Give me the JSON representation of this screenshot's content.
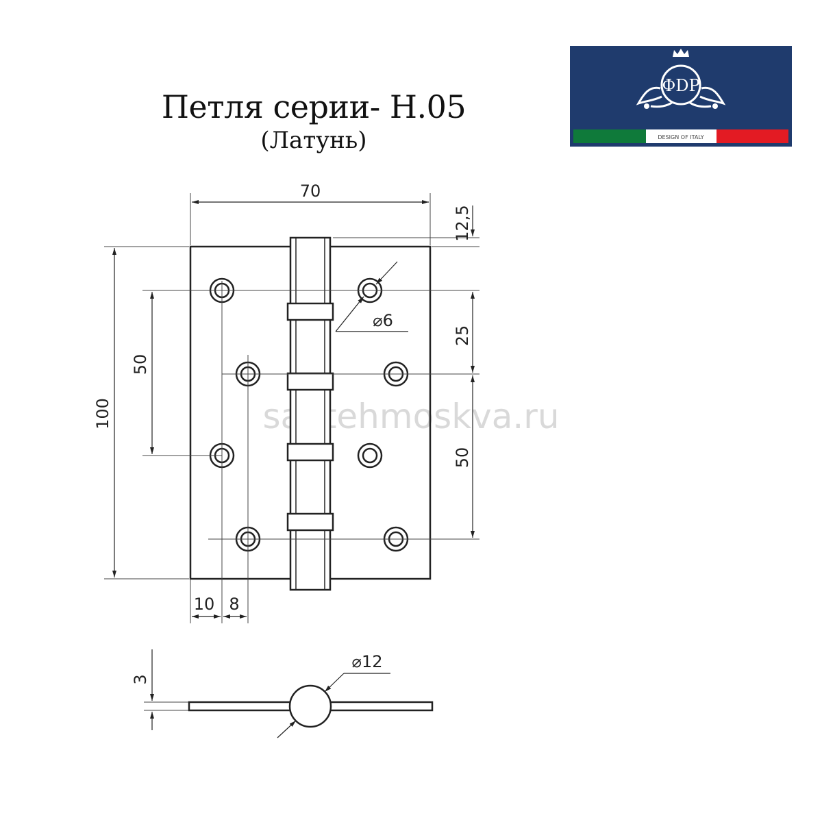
{
  "title": "Петля серии- Н.05",
  "subtitle": "(Латунь)",
  "logo": {
    "brand": "ФDP",
    "tagline": "DESIGN OF ITALY",
    "colors": {
      "background": "#1f3b6d",
      "green": "#0f7a3a",
      "red": "#e31b23"
    }
  },
  "watermark": "santehmoskva.ru",
  "dimensions": {
    "width": "70",
    "height": "100",
    "top_offset": "12,5",
    "pitch_short": "25",
    "pitch_right": "50",
    "pitch_left": "50",
    "hole_diameter": "⌀6",
    "margin_edge": "10",
    "margin_offset": "8",
    "thickness": "3",
    "knuckle_diameter": "⌀12"
  }
}
